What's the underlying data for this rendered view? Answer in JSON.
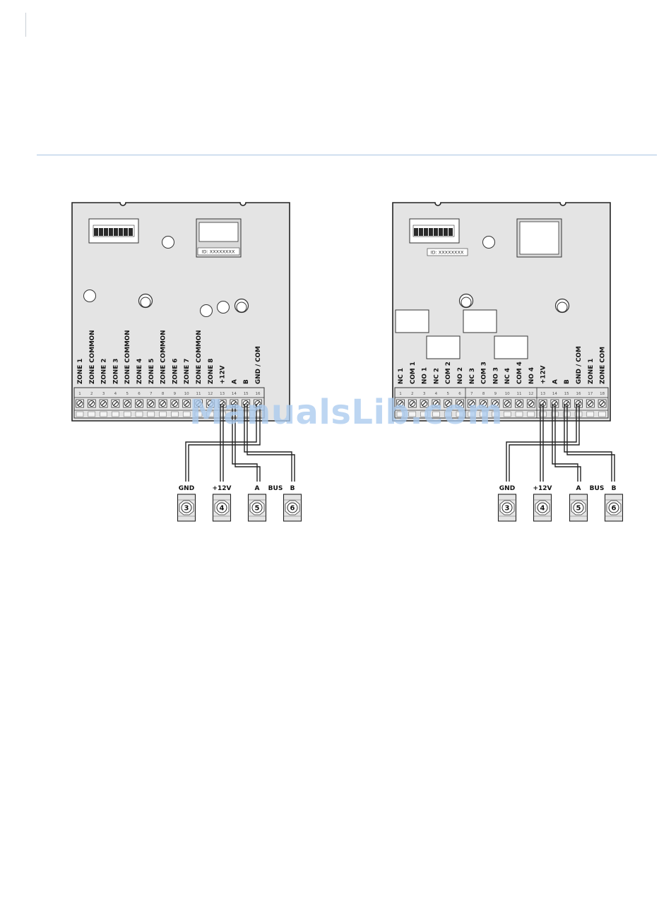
{
  "watermark": "ManualsLib.com",
  "left_module": {
    "id_label": "ID: XXXXXXXX",
    "terminals": [
      "ZONE 1",
      "ZONE COMMON",
      "ZONE 2",
      "ZONE 3",
      "ZONE COMMON",
      "ZONE 4",
      "ZONE 5",
      "ZONE COMMON",
      "ZONE 6",
      "ZONE 7",
      "ZONE COMMON",
      "ZONE 8",
      "+12V",
      "A",
      "B",
      "GND / COM"
    ],
    "pin_numbers": [
      "1",
      "2",
      "3",
      "4",
      "5",
      "6",
      "7",
      "8",
      "9",
      "10",
      "11",
      "12",
      "13",
      "14",
      "15",
      "16"
    ]
  },
  "right_module": {
    "id_label": "ID: XXXXXXXX",
    "terminals": [
      "NC 1",
      "COM 1",
      "NO 1",
      "NC 2",
      "COM 2",
      "NO 2",
      "NC 3",
      "COM 3",
      "NO 3",
      "NC 4",
      "COM 4",
      "NO 4",
      "+12V",
      "A",
      "B",
      "GND / COM",
      "ZONE 1",
      "ZONE COM"
    ],
    "pin_numbers": [
      "1",
      "2",
      "3",
      "4",
      "5",
      "6",
      "7",
      "8",
      "9",
      "10",
      "11",
      "12",
      "13",
      "14",
      "15",
      "16",
      "17",
      "18"
    ]
  },
  "bus_connectors": [
    {
      "label": "GND",
      "number": "3"
    },
    {
      "label": "+12V",
      "number": "4"
    },
    {
      "label": "A",
      "number": "5"
    },
    {
      "label": "B",
      "number": "6"
    }
  ],
  "bus_label": "BUS"
}
